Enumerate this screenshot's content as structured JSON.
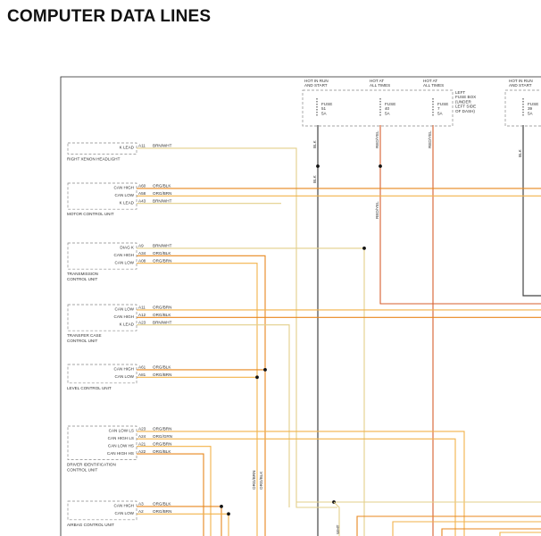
{
  "title": "COMPUTER DATA LINES",
  "colors": {
    "orange": "#e8871e",
    "orange_light": "#f2b24a",
    "yellow": "#e3cf8a",
    "black": "#444444",
    "red": "#d75f2e",
    "box": "#888888",
    "frame": "#222222"
  },
  "fuse_box": {
    "supplies": [
      {
        "header": [
          "HOT IN RUN",
          "AND START"
        ],
        "fuse": [
          "FUSE",
          "51",
          "5A"
        ]
      },
      {
        "header": [
          "HOT AT",
          "ALL TIMES"
        ],
        "fuse": [
          "FUSE",
          "40",
          "5A"
        ]
      },
      {
        "header": [
          "HOT AT",
          "ALL TIMES"
        ],
        "fuse": [
          "FUSE",
          "7",
          "5A"
        ]
      },
      {
        "header": [
          "HOT IN RUN",
          "AND START"
        ],
        "fuse": [
          "FUSE",
          "39",
          "5A"
        ]
      }
    ],
    "location": [
      "LEFT",
      "FUSE BOX",
      "(UNDER",
      "LEFT SIDE",
      "OF DASH)"
    ]
  },
  "vertical_wire_labels": [
    "BLK",
    "BLK",
    "RED/YEL",
    "RED/YEL",
    "RED/YEL",
    "BLK",
    "ORG/BRN",
    "ORG/BLK",
    "WHT"
  ],
  "modules": [
    {
      "name": "RIGHT XENON HEADLIGHT",
      "pins": [
        {
          "label": "K LEAD",
          "pin": "A11",
          "wire": "BRN/WHT"
        }
      ]
    },
    {
      "name": "MOTOR CONTROL UNIT",
      "pins": [
        {
          "label": "CAN HIGH",
          "pin": "A60",
          "wire": "ORG/BLK"
        },
        {
          "label": "CAN LOW",
          "pin": "A58",
          "wire": "ORG/BRN"
        },
        {
          "label": "K LEAD",
          "pin": "A43",
          "wire": "BRN/WHT"
        }
      ]
    },
    {
      "name": "TRANSMISSION CONTROL UNIT",
      "pins": [
        {
          "label": "DIAG K",
          "pin": "A9",
          "wire": "BRN/WHT"
        },
        {
          "label": "CAN HIGH",
          "pin": "A34",
          "wire": "ORG/BLK"
        },
        {
          "label": "CAN LOW",
          "pin": "A08",
          "wire": "ORG/BRN"
        }
      ]
    },
    {
      "name": "TRANSFER CASE CONTROL UNIT",
      "pins": [
        {
          "label": "CAN LOW",
          "pin": "A11",
          "wire": "ORG/BRN"
        },
        {
          "label": "CAN HIGH",
          "pin": "A12",
          "wire": "ORG/BLK"
        },
        {
          "label": "K LEAD",
          "pin": "A23",
          "wire": "BRN/WHT"
        }
      ]
    },
    {
      "name": "LEVEL CONTROL UNIT",
      "pins": [
        {
          "label": "CAN HIGH",
          "pin": "A61",
          "wire": "ORG/BLK"
        },
        {
          "label": "CAN LOW",
          "pin": "A81",
          "wire": "ORG/BRN"
        }
      ]
    },
    {
      "name": "DRIVER IDENTIFICATION CONTROL UNIT",
      "pins": [
        {
          "label": "CAN LOW LS",
          "pin": "A23",
          "wire": "ORG/BRN"
        },
        {
          "label": "CAN HIGH LS",
          "pin": "A24",
          "wire": "ORG/GRN"
        },
        {
          "label": "CAN LOW HS",
          "pin": "A21",
          "wire": "ORG/BRN"
        },
        {
          "label": "CAN HIGH HS",
          "pin": "A22",
          "wire": "ORG/BLK"
        }
      ]
    },
    {
      "name": "AIRBAG CONTROL UNIT",
      "pins": [
        {
          "label": "CAN HIGH",
          "pin": "A3",
          "wire": "ORG/BLK"
        },
        {
          "label": "CAN LOW",
          "pin": "A2",
          "wire": "ORG/BRN"
        }
      ]
    }
  ]
}
